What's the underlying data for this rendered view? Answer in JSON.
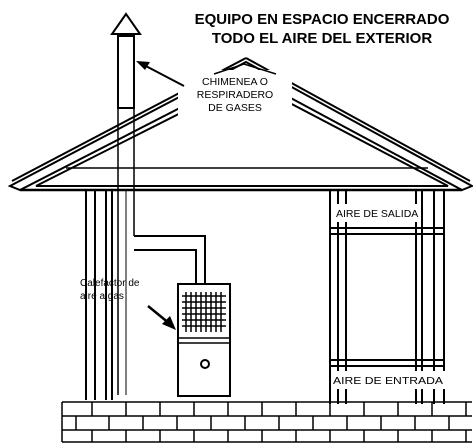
{
  "title_line_1": "EQUIPO EN ESPACIO ENCERRADO",
  "title_line_2": "TODO EL AIRE DEL EXTERIOR",
  "chimney_label": [
    "CHIMENEA O",
    "RESPIRADERO",
    "DE GASES"
  ],
  "heater_label": [
    "Calefactor de",
    "aire a gas"
  ],
  "outlet_label": "AIRE DE SALIDA",
  "inlet_label": "AIRE DE ENTRADA",
  "colors": {
    "ink": "#000000",
    "paper": "#ffffff"
  }
}
